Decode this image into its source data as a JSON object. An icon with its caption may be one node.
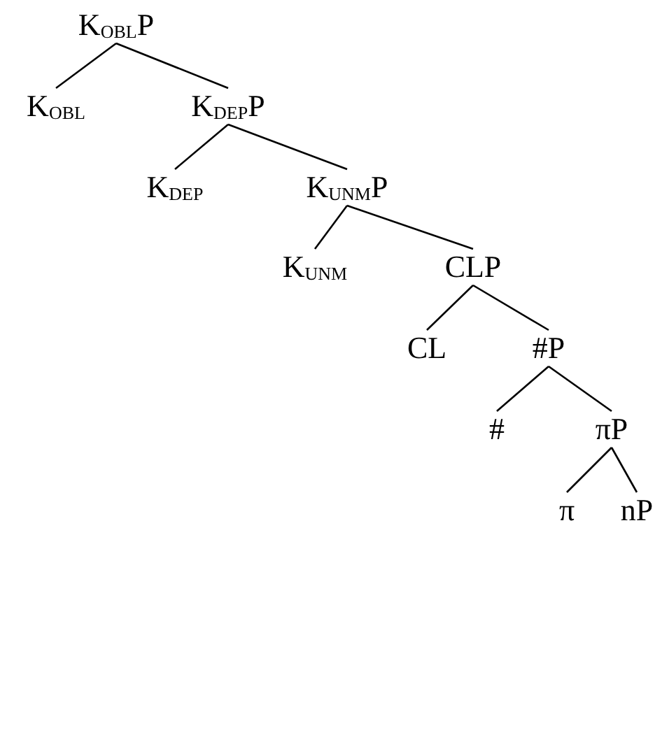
{
  "diagram": {
    "nodes": [
      {
        "text": [
          "K$_{OBL}$P"
        ]
      },
      {
        "text": [
          "K$_{OBL}$"
        ]
      },
      {
        "text": [
          "K$_{DEP}$P"
        ]
      },
      {
        "text": [
          "K$_{DEP}$"
        ]
      },
      {
        "text": [
          "K$_{UNM}$P"
        ]
      },
      {
        "text": [
          "K$_{UNM}$"
        ]
      },
      {
        "text": [
          "CLP"
        ]
      },
      {
        "text": [
          "CL"
        ]
      },
      {
        "text": [
          "#P"
        ]
      },
      {
        "text": [
          "#"
        ]
      },
      {
        "text": [
          "πP"
        ]
      },
      {
        "text": [
          "π"
        ]
      },
      {
        "text": [
          "nP"
        ]
      }
    ],
    "edges": [
      {
        "from": 0,
        "to": 1,
        "arrow": "none"
      },
      {
        "from": 0,
        "to": 2,
        "arrow": "none"
      },
      {
        "from": 2,
        "to": 3,
        "arrow": "none"
      },
      {
        "from": 2,
        "to": 4,
        "arrow": "none"
      },
      {
        "from": 4,
        "to": 5,
        "arrow": "none"
      },
      {
        "from": 4,
        "to": 6,
        "arrow": "none"
      },
      {
        "from": 6,
        "to": 7,
        "arrow": "none"
      },
      {
        "from": 6,
        "to": 8,
        "arrow": "none"
      },
      {
        "from": 8,
        "to": 9,
        "arrow": "none"
      },
      {
        "from": 8,
        "to": 10,
        "arrow": "none"
      },
      {
        "from": 10,
        "to": 11,
        "arrow": "none"
      },
      {
        "from": 10,
        "to": 12,
        "arrow": "none"
      }
    ]
  }
}
